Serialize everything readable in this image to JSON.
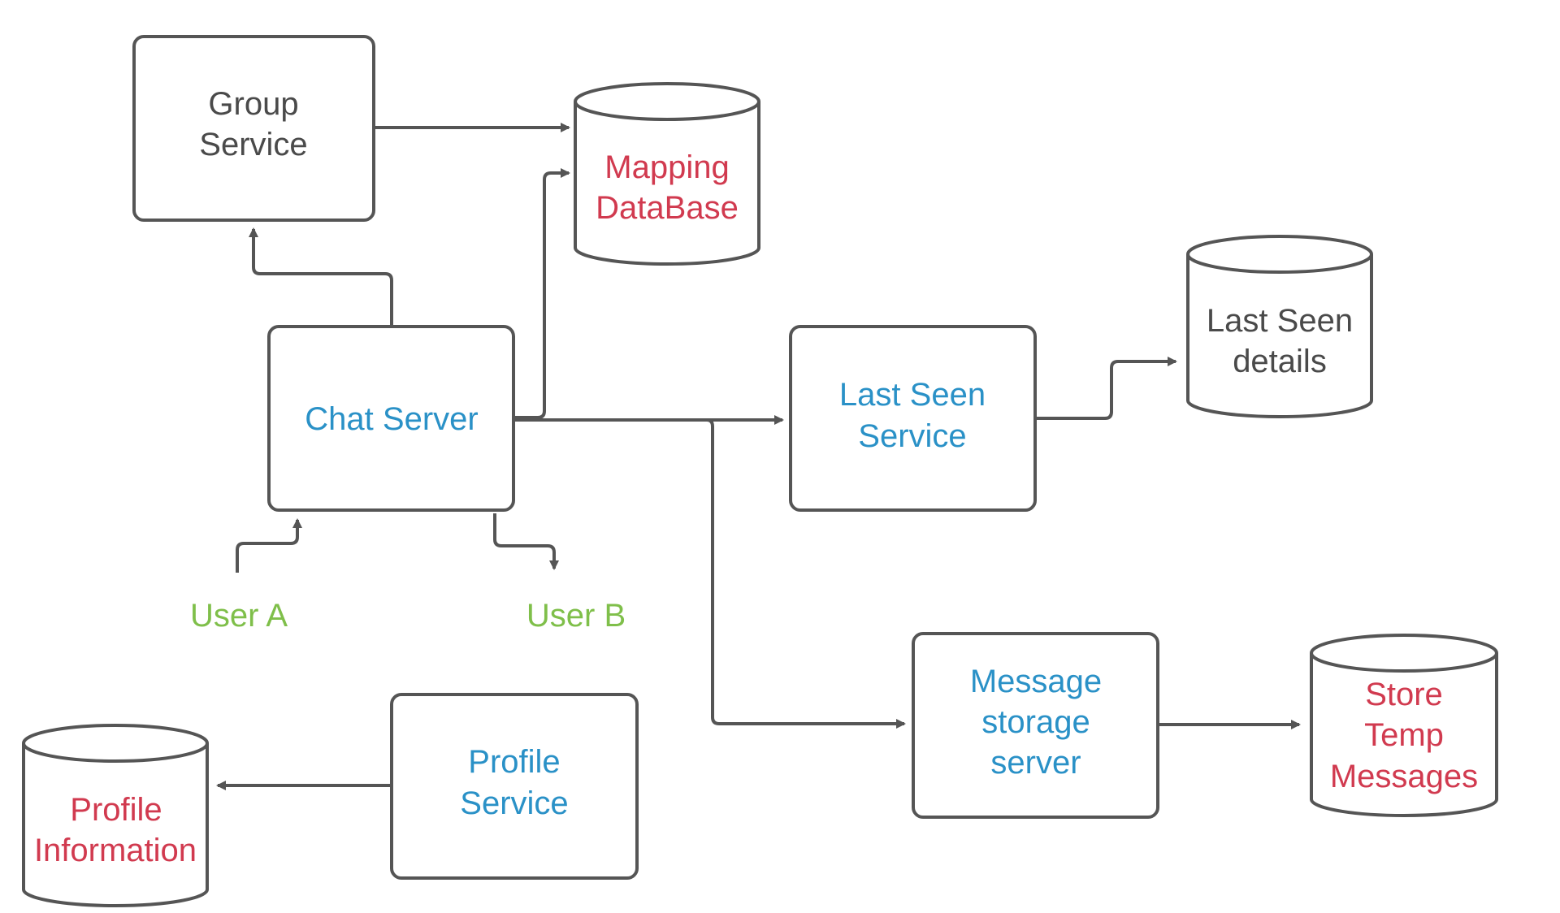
{
  "colors": {
    "service_text": "#2a91c7",
    "database_text": "#d13a4f",
    "neutral_text": "#4a4a4a",
    "user_text": "#7fbf4a",
    "stroke": "#555555",
    "node_fill": "#ffffff"
  },
  "nodes": {
    "group_service": {
      "line1": "Group",
      "line2": "Service"
    },
    "mapping_db": {
      "line1": "Mapping",
      "line2": "DataBase"
    },
    "chat_server": {
      "line1": "Chat Server"
    },
    "last_seen_service": {
      "line1": "Last Seen",
      "line2": "Service"
    },
    "last_seen_details": {
      "line1": "Last Seen",
      "line2": "details"
    },
    "message_storage": {
      "line1": "Message",
      "line2": "storage",
      "line3": "server"
    },
    "store_temp": {
      "line1": "Store",
      "line2": "Temp",
      "line3": "Messages"
    },
    "profile_service": {
      "line1": "Profile",
      "line2": "Service"
    },
    "profile_info": {
      "line1": "Profile",
      "line2": "Information"
    }
  },
  "users": {
    "user_a": "User A",
    "user_b": "User B"
  }
}
